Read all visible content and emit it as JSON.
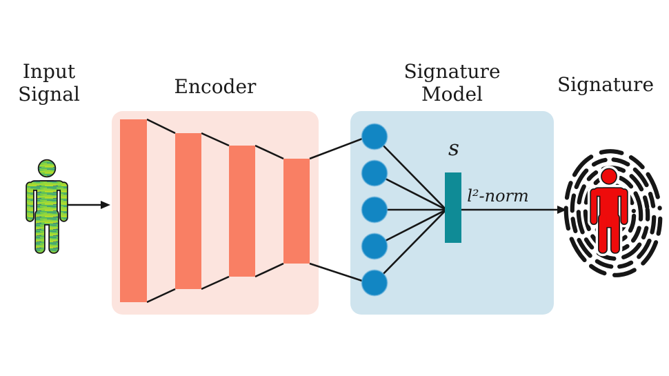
{
  "stages": {
    "input": {
      "label_line1": "Input",
      "label_line2": "Signal"
    },
    "encoder": {
      "label": "Encoder"
    },
    "signature_model": {
      "label_line1": "Signature",
      "label_line2": "Model",
      "vector_label": "s",
      "norm_label": "l²-norm"
    },
    "signature": {
      "label": "Signature"
    }
  },
  "diagram": {
    "encoder_layer_count": 4,
    "embedding_node_count": 5
  },
  "colors": {
    "encoder_box_bg": "#FCE4DE",
    "encoder_bar": "#F97F64",
    "signature_box_bg": "#CFE4EE",
    "neuron_fill": "#1286C3",
    "signature_bar": "#0F8B96",
    "fingerprint_person": "#EE0B0B",
    "line": "#161616",
    "text": "#1A1A1A"
  }
}
